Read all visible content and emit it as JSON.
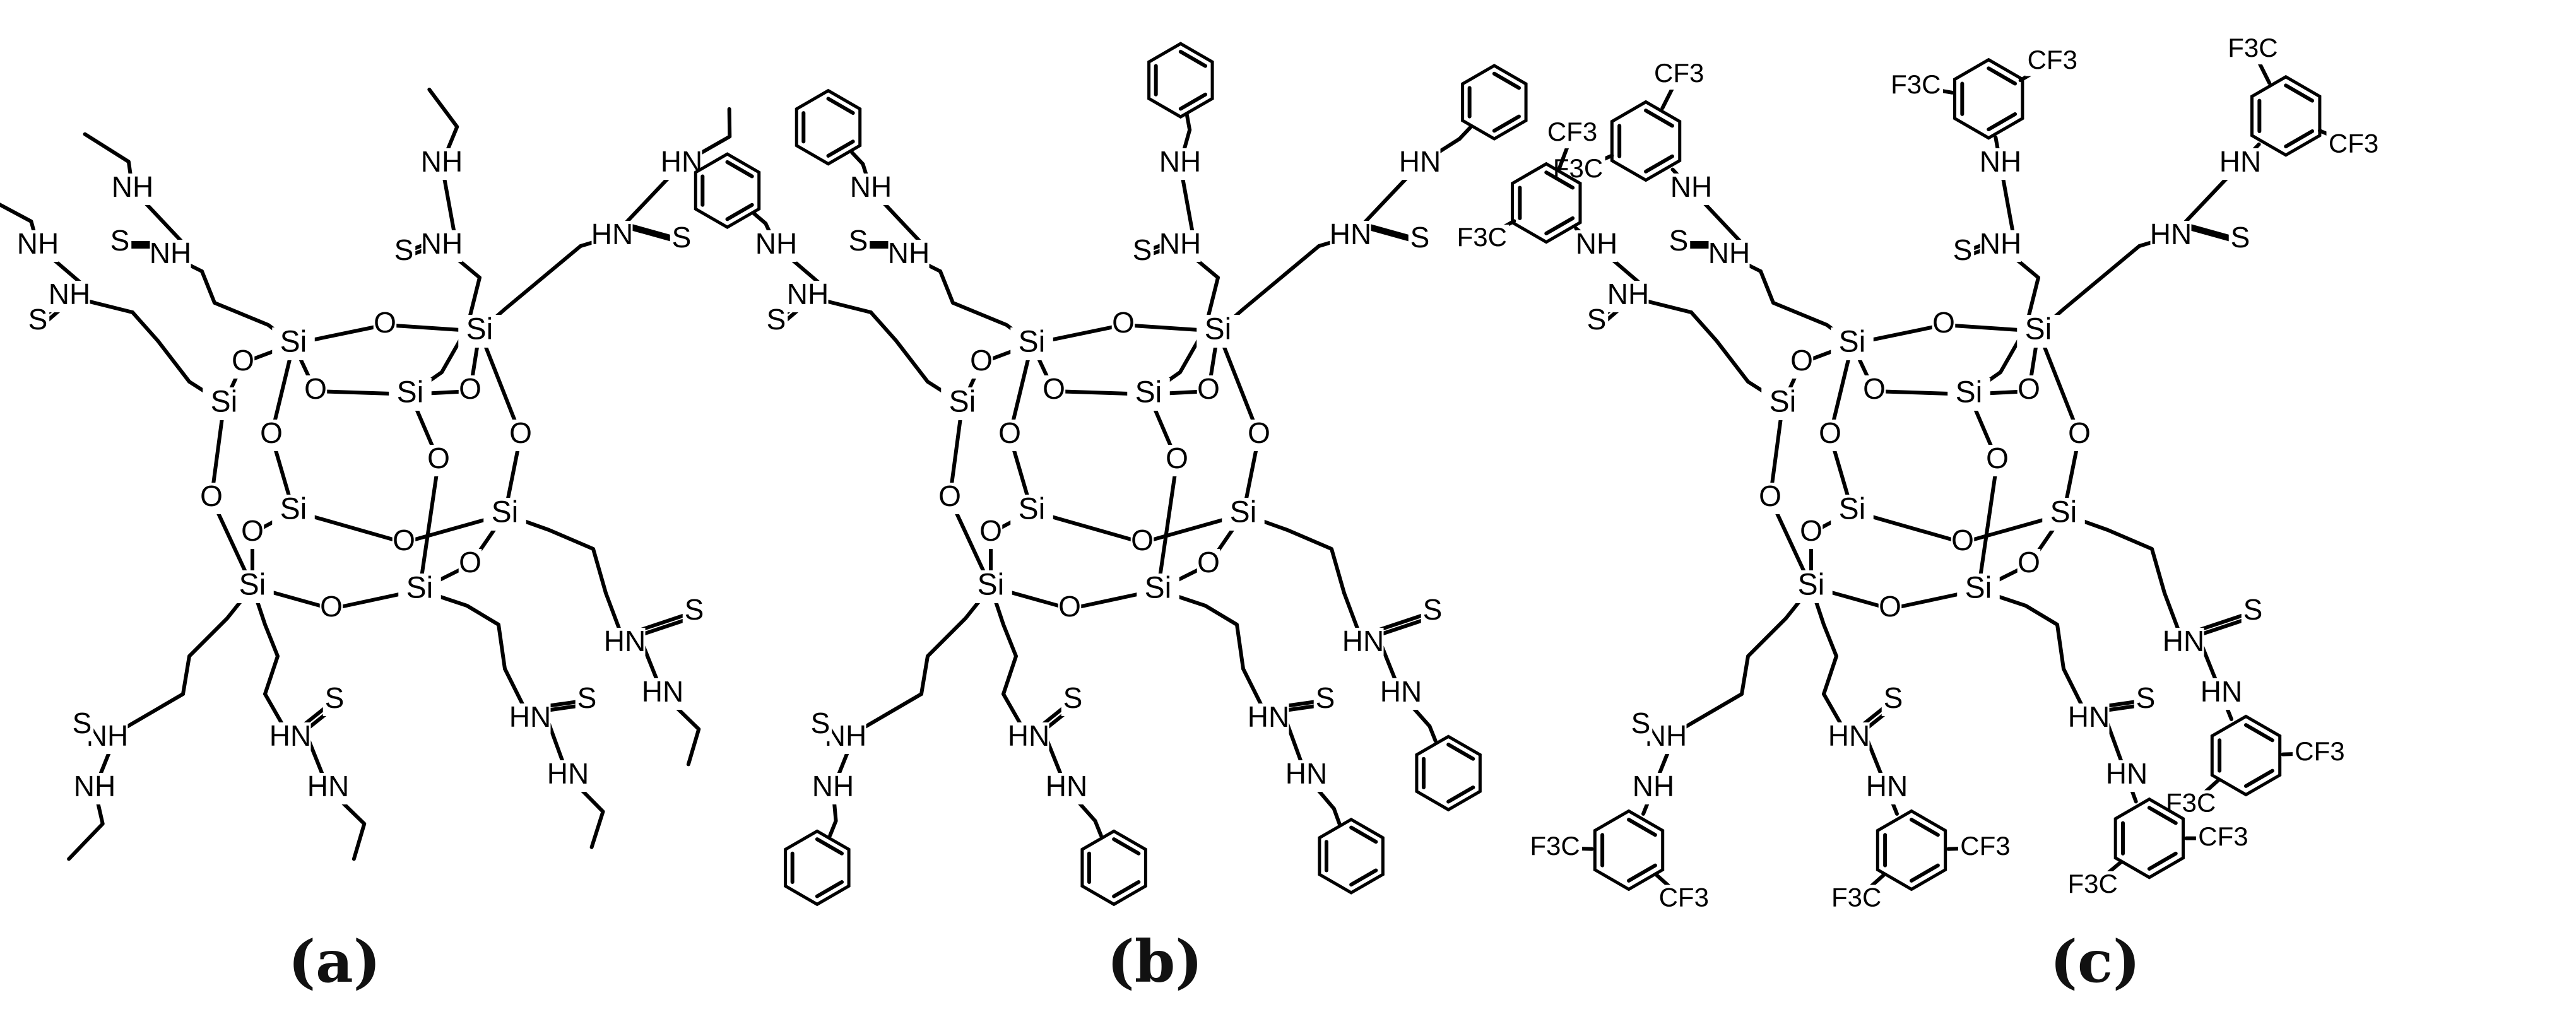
{
  "atoms": {
    "si": "Si",
    "o": "O",
    "nh": "NH",
    "hn": "HN",
    "s": "S",
    "cf3": "CF3",
    "f3c": "F3C"
  },
  "panels": [
    {
      "id": "a",
      "label": "(a)",
      "substituent": "ethyl"
    },
    {
      "id": "b",
      "label": "(b)",
      "substituent": "benzyl"
    },
    {
      "id": "c",
      "label": "(c)",
      "substituent": "3,5-bis(trifluoromethyl)phenyl"
    }
  ],
  "colors": {
    "line": "#000000",
    "background": "#ffffff"
  }
}
